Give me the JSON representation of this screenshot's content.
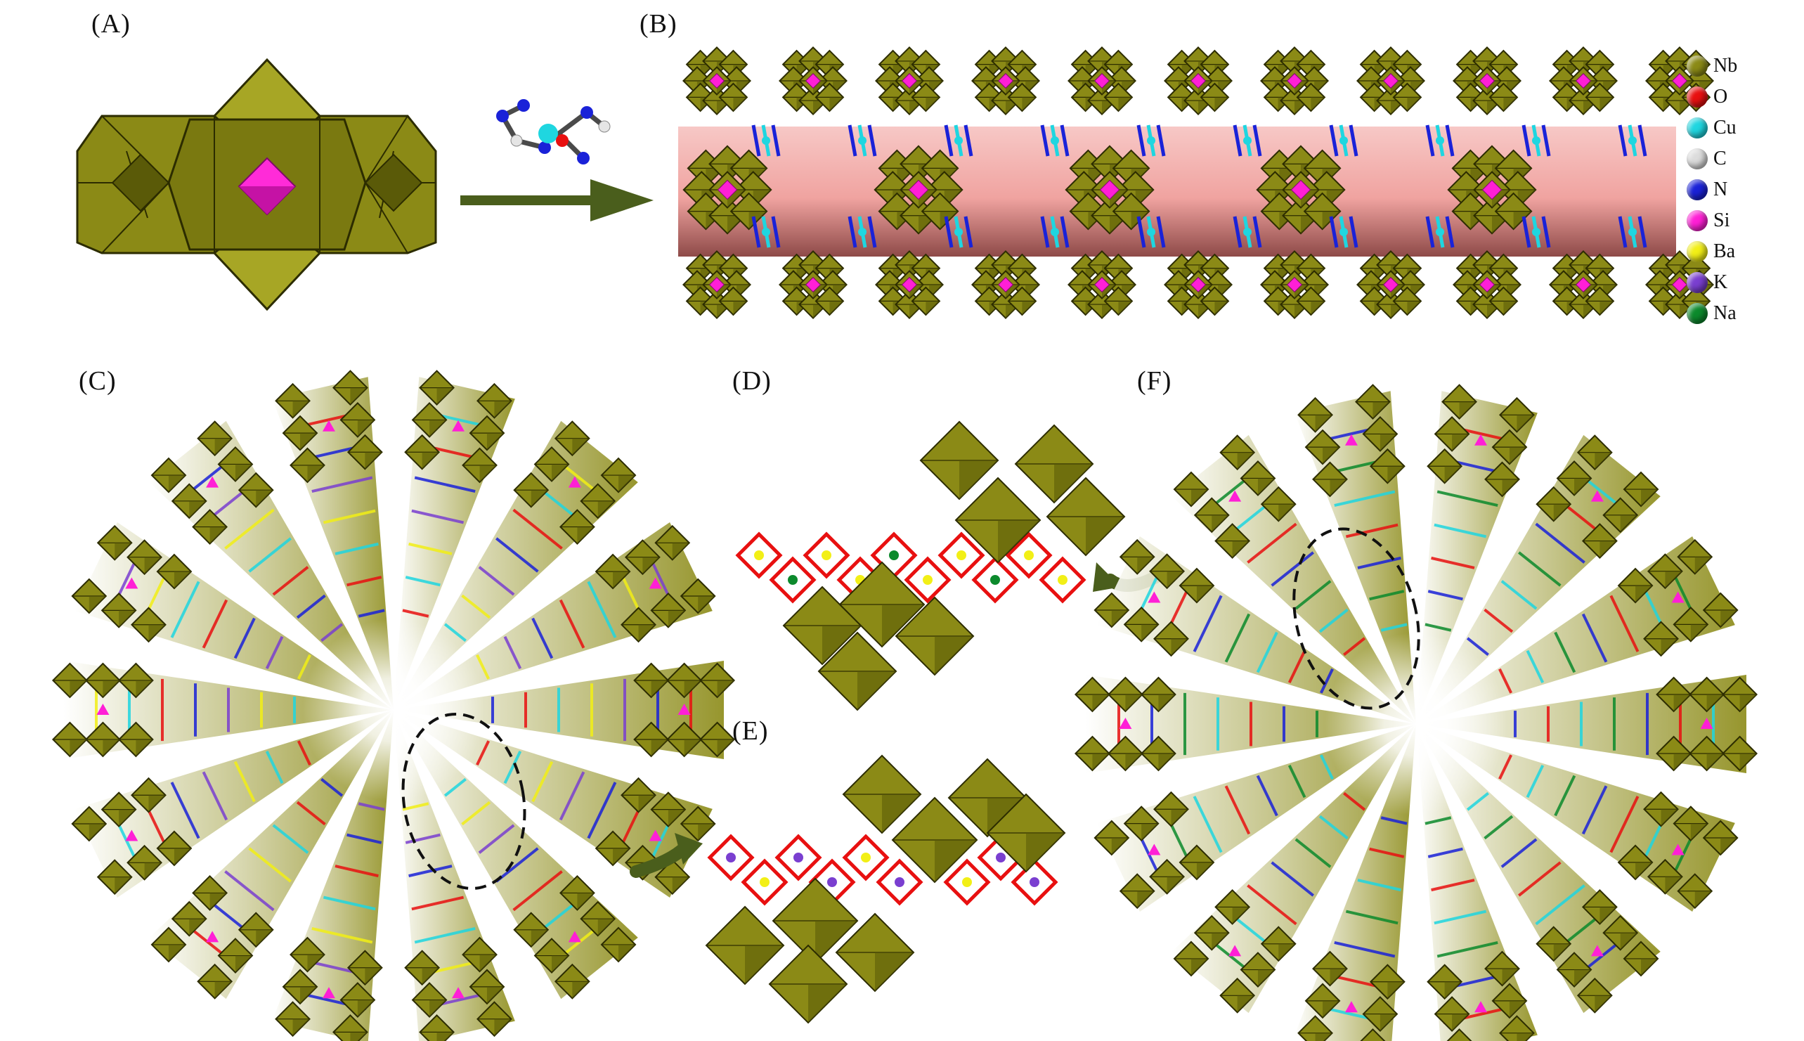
{
  "panels": {
    "a": "(A)",
    "b": "(B)",
    "c": "(C)",
    "d": "(D)",
    "e": "(E)",
    "f": "(F)"
  },
  "legend": [
    {
      "label": "Nb",
      "color": "#8b8a16"
    },
    {
      "label": "O",
      "color": "#e81010"
    },
    {
      "label": "Cu",
      "color": "#1fd6e0"
    },
    {
      "label": "C",
      "color": "#dcdcdc"
    },
    {
      "label": "N",
      "color": "#1a22d8"
    },
    {
      "label": "Si",
      "color": "#ff1fd6"
    },
    {
      "label": "Ba",
      "color": "#f2ef16"
    },
    {
      "label": "K",
      "color": "#7a3fd0"
    },
    {
      "label": "Na",
      "color": "#0c8a2c"
    }
  ],
  "colors": {
    "polyhedron": "#8b8a16",
    "polyhedron_dark": "#5a5a08",
    "channel": "#f2aaa8",
    "arrow": "#4a5e1c"
  }
}
